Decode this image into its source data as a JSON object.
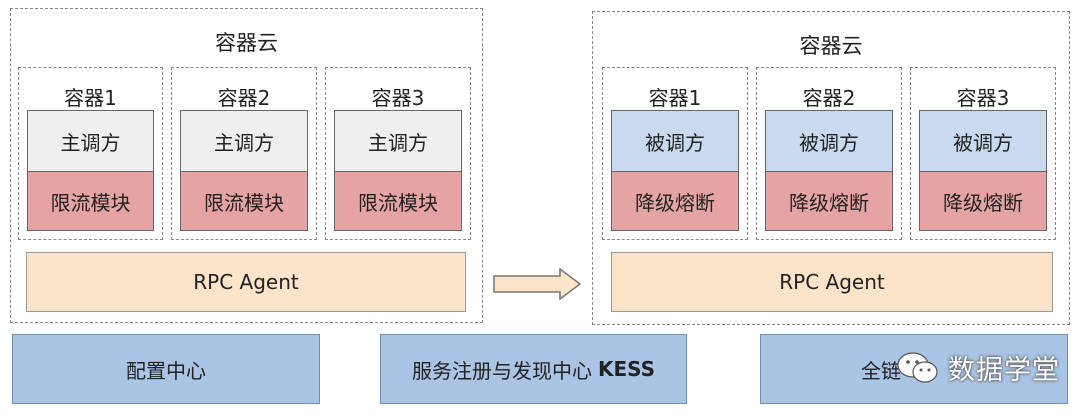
{
  "left_cloud": {
    "title": "容器云",
    "containers": [
      {
        "label": "容器1",
        "role": "主调方",
        "module": "限流模块"
      },
      {
        "label": "容器2",
        "role": "主调方",
        "module": "限流模块"
      },
      {
        "label": "容器3",
        "role": "主调方",
        "module": "限流模块"
      }
    ],
    "agent": "RPC Agent"
  },
  "right_cloud": {
    "title": "容器云",
    "containers": [
      {
        "label": "容器1",
        "role": "被调方",
        "module": "降级熔断"
      },
      {
        "label": "容器2",
        "role": "被调方",
        "module": "降级熔断"
      },
      {
        "label": "容器3",
        "role": "被调方",
        "module": "降级熔断"
      }
    ],
    "agent": "RPC Agent"
  },
  "bottom": {
    "config_center": "配置中心",
    "registry_label": "服务注册与发现中心",
    "registry_name": "KESS",
    "monitor_partial": "全链"
  },
  "watermark": {
    "text": "数据学堂",
    "icon": "wechat-icon"
  },
  "colors": {
    "caller_bg": "#efefef",
    "callee_bg": "#c9daf0",
    "module_bg": "#e6a3a3",
    "agent_bg": "#fbe4c9",
    "bottom_bg": "#a9c4e4"
  }
}
